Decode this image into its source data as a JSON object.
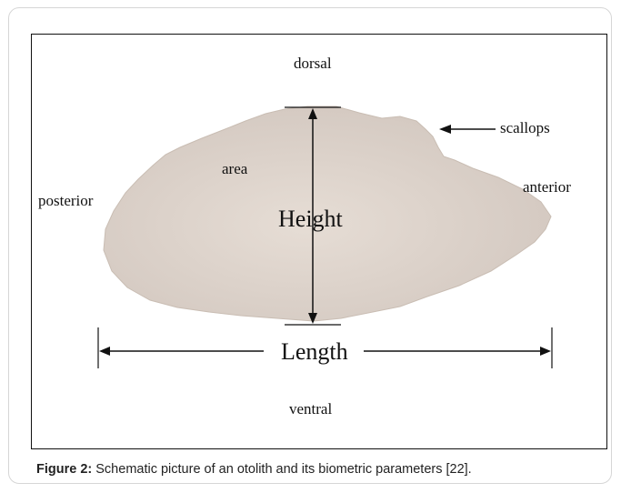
{
  "figure": {
    "labels": {
      "dorsal": "dorsal",
      "ventral": "ventral",
      "posterior": "posterior",
      "anterior": "anterior",
      "scallops": "scallops",
      "area": "area",
      "height": "Height",
      "length": "Length"
    },
    "colors": {
      "otolith_fill": "#dcd2ca",
      "line": "#111111"
    }
  },
  "caption": {
    "prefix": "Figure 2:",
    "text": "Schematic picture of an otolith and its biometric parameters [22]."
  }
}
